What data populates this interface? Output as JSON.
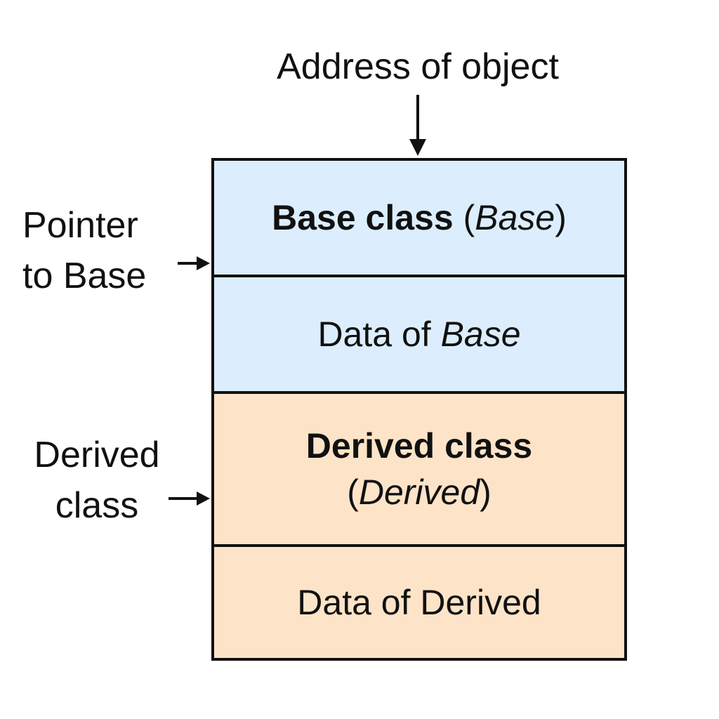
{
  "top_label": "Address of object",
  "pointer_label": {
    "line1": "Pointer",
    "line2": "to Base"
  },
  "derived_label": {
    "line1": "Derived",
    "line2": "class"
  },
  "segments": {
    "base_class": {
      "name": "Base class",
      "open_paren": "(",
      "type": "Base",
      "close_paren": ")"
    },
    "base_data": {
      "prefix": "Data of ",
      "type": "Base"
    },
    "derived_class": {
      "name": "Derived class",
      "open_paren": "(",
      "type": "Derived",
      "close_paren": ")"
    },
    "derived_data": {
      "text": "Data of Derived"
    }
  },
  "colors": {
    "base_fill": "#dceefd",
    "derived_fill": "#fde4c8",
    "border": "#111111"
  }
}
